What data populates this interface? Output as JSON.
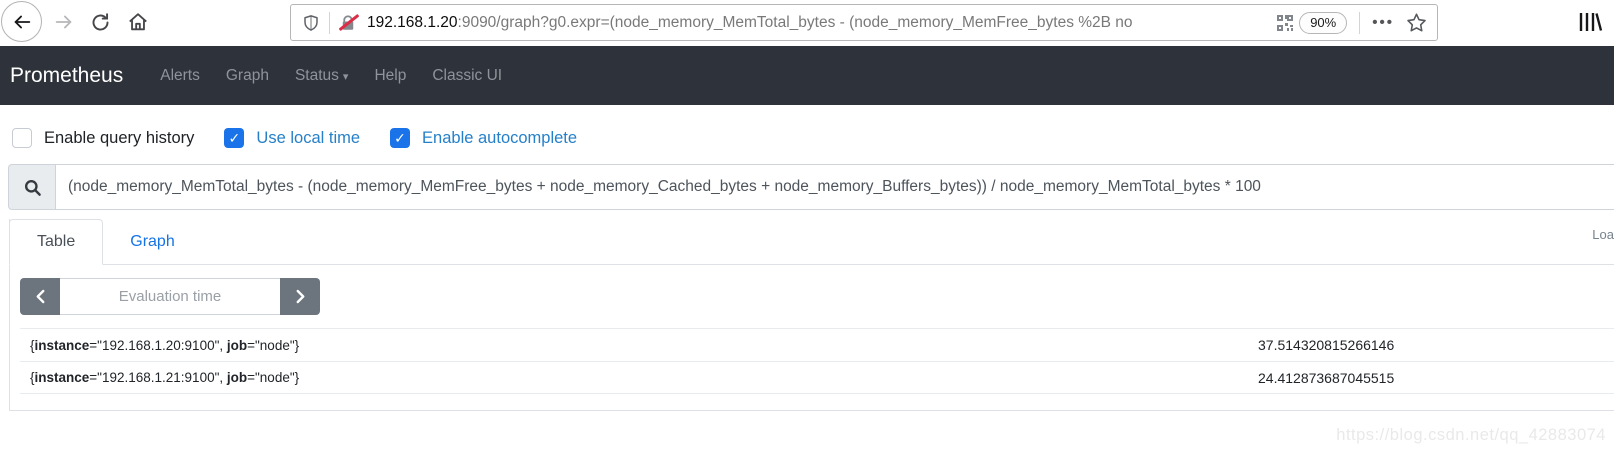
{
  "colors": {
    "navbar_bg": "#2e323a",
    "accent_blue": "#1a73e8",
    "label_blue": "#2680c9",
    "link_blue": "#1673e6",
    "red_slash": "#dd2c45",
    "border_gray": "#dee2e6"
  },
  "icons": {
    "overflow_menu": "•••",
    "caret_down": "▾",
    "checkmark": "✓"
  },
  "browser": {
    "url_host": "192.168.1.20",
    "url_rest": ":9090/graph?g0.expr=(node_memory_MemTotal_bytes - (node_memory_MemFree_bytes %2B no",
    "zoom_badge": "90%"
  },
  "navbar": {
    "brand": "Prometheus",
    "items": [
      {
        "label": "Alerts",
        "has_caret": false
      },
      {
        "label": "Graph",
        "has_caret": false
      },
      {
        "label": "Status",
        "has_caret": true
      },
      {
        "label": "Help",
        "has_caret": false
      },
      {
        "label": "Classic UI",
        "has_caret": false
      }
    ]
  },
  "options": [
    {
      "label": "Enable query history",
      "checked": false
    },
    {
      "label": "Use local time",
      "checked": true
    },
    {
      "label": "Enable autocomplete",
      "checked": true
    }
  ],
  "query": {
    "expression": "(node_memory_MemTotal_bytes - (node_memory_MemFree_bytes + node_memory_Cached_bytes + node_memory_Buffers_bytes)) / node_memory_MemTotal_bytes * 100"
  },
  "panel": {
    "tabs": [
      {
        "label": "Table",
        "active": true
      },
      {
        "label": "Graph",
        "active": false
      }
    ],
    "load_info": "Loa",
    "stepper_placeholder": "Evaluation time",
    "results": [
      {
        "instance": "192.168.1.20:9100",
        "job": "node",
        "value": "37.514320815266146"
      },
      {
        "instance": "192.168.1.21:9100",
        "job": "node",
        "value": "24.412873687045515"
      }
    ]
  },
  "watermark": "https://blog.csdn.net/qq_42883074"
}
